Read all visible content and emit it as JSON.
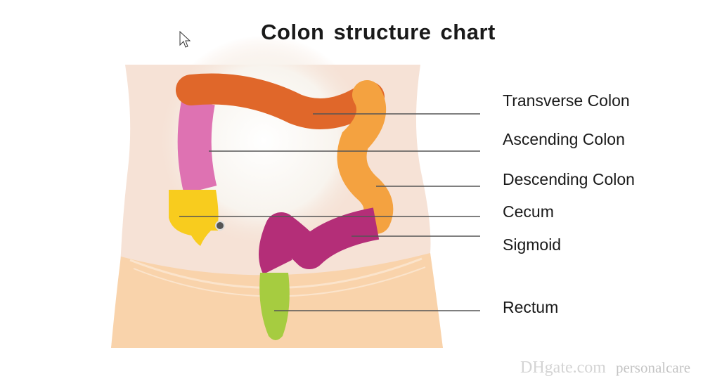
{
  "title": "Colon structure chart",
  "labels": {
    "transverse": "Transverse Colon",
    "ascending": "Ascending Colon",
    "descending": "Descending Colon",
    "cecum": "Cecum",
    "sigmoid": "Sigmoid",
    "rectum": "Rectum"
  },
  "watermark": {
    "brand": "DHgate.com",
    "store": "personalcare"
  },
  "colors": {
    "transverse": "#e0672a",
    "ascending": "#de72b2",
    "descending": "#f4a240",
    "cecum": "#f8cc1e",
    "sigmoid": "#b42e78",
    "rectum": "#a6cc40"
  }
}
